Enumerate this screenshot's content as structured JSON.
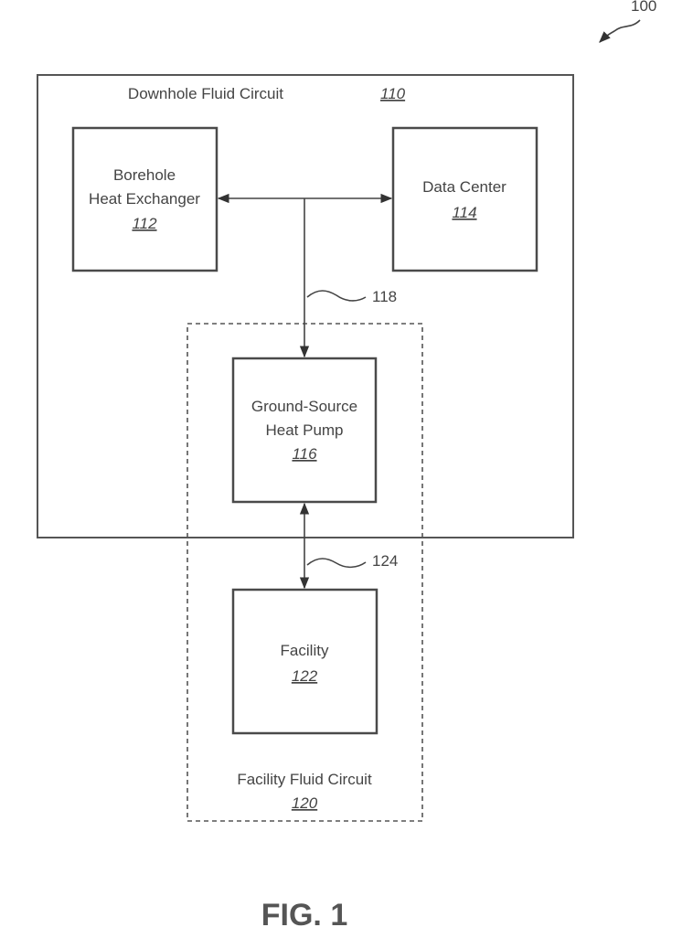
{
  "figure": {
    "ref_label": "100",
    "caption": "FIG. 1"
  },
  "downhole_circuit": {
    "title": "Downhole Fluid Circuit",
    "number": "110"
  },
  "borehole_heat_exchanger": {
    "line1": "Borehole",
    "line2": "Heat Exchanger",
    "number": "112"
  },
  "data_center": {
    "line1": "Data Center",
    "number": "114"
  },
  "heat_pump": {
    "line1": "Ground-Source",
    "line2": "Heat Pump",
    "number": "116"
  },
  "facility": {
    "line1": "Facility",
    "number": "122"
  },
  "facility_circuit": {
    "title": "Facility Fluid Circuit",
    "number": "120"
  },
  "connections": {
    "upper_ref": "118",
    "lower_ref": "124"
  }
}
